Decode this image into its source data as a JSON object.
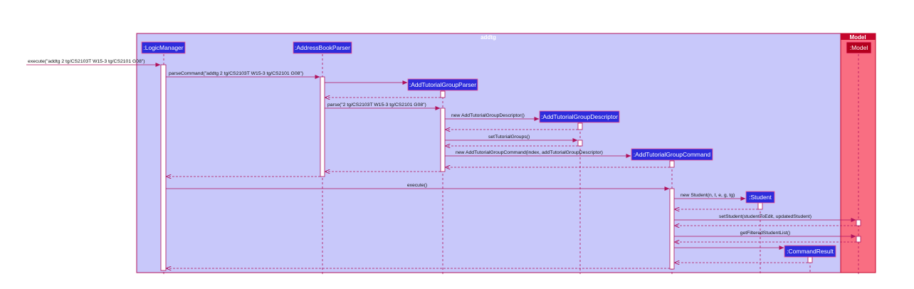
{
  "frames": {
    "main_title": "addtg",
    "model_title": "Model"
  },
  "participants": {
    "logic_manager": ":LogicManager",
    "address_book_parser": ":AddressBookParser",
    "add_tutorial_group_parser": ":AddTutorialGroupParser",
    "add_tutorial_group_descriptor": ":AddTutorialGroupDescriptor",
    "add_tutorial_group_command": ":AddTutorialGroupCommand",
    "student": ":Student",
    "command_result": ":CommandResult",
    "model": ":Model"
  },
  "messages": {
    "execute_call": "execute(\"addtg 2 tg/CS2103T W15-3 tg/CS2101 G08\")",
    "parse_command": "parseCommand(\"addtg 2 tg/CS2103T W15-3 tg/CS2101 G08\")",
    "parse": "parse(\"2 tg/CS2103T W15-3 tg/CS2101 G08\")",
    "new_descriptor": "new AddTutorialGroupDescriptor()",
    "set_tutorial_groups": "setTutorialGroups()",
    "new_command": "new AddTutorialGroupCommand(index, addTutorialGroupDescriptor)",
    "execute": "execute()",
    "new_student": "new Student(n, t, e, g, tg)",
    "set_student": "setStudent(studentToEdit, updatedStudent)",
    "get_filtered": "getFilteredStudentList()"
  },
  "colors": {
    "frame_fill": "#c8c8fa",
    "frame_border": "#b0125c",
    "model_fill": "#f96e82",
    "model_header": "#c4062c",
    "participant_fill": "#2d2cdc",
    "model_participant_fill": "#b3001e",
    "arrow": "#b0125c"
  }
}
